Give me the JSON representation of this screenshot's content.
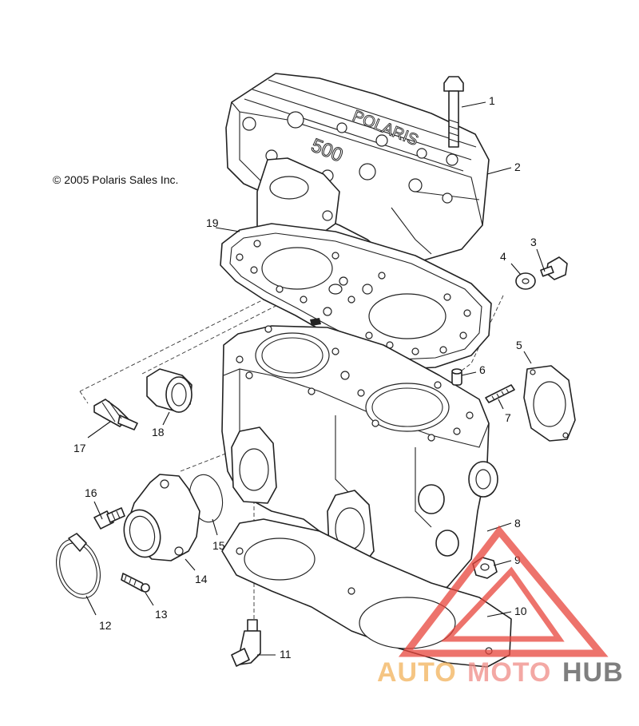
{
  "copyright": "© 2005 Polaris Sales Inc.",
  "cover_text": {
    "brand": "POLARIS",
    "model": "500"
  },
  "callouts": {
    "c1": "1",
    "c2": "2",
    "c3": "3",
    "c4": "4",
    "c5": "5",
    "c6": "6",
    "c7": "7",
    "c8": "8",
    "c9": "9",
    "c10": "10",
    "c11": "11",
    "c12": "12",
    "c13": "13",
    "c14": "14",
    "c15": "15",
    "c16": "16",
    "c17": "17",
    "c18": "18",
    "c19": "19"
  },
  "watermark": {
    "part1": "AUTO",
    "part2": "MOTO",
    "part3": "HUB",
    "colors": {
      "auto": "#f2b25a",
      "moto": "#f08c86",
      "hub": "#555555",
      "triangle": "#e8453c"
    }
  }
}
